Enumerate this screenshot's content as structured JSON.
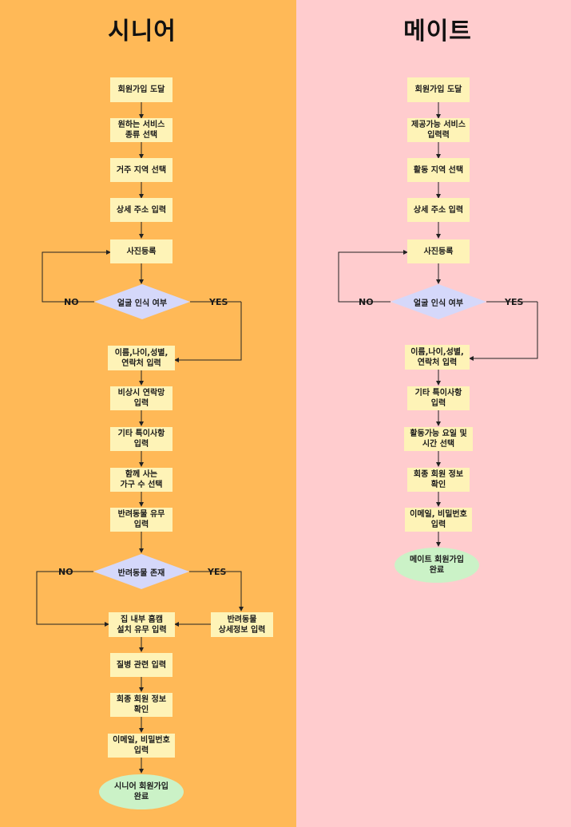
{
  "left": {
    "title": "시니어",
    "steps": [
      "회원가입 도달",
      "원하는 서비스\n종류 선택",
      "거주 지역 선택",
      "상세 주소 입력",
      "사진등록"
    ],
    "decision1": "얼굴 인식 여부",
    "decision1_yes": "YES",
    "decision1_no": "NO",
    "steps2": [
      "이름,나이,성별,\n연락처 입력",
      "비상시 연락망\n입력",
      "기타 특이사항\n입력",
      "함께 사는\n가구 수 선택",
      "반려동물 유무\n입력"
    ],
    "decision2": "반려동물 존재",
    "decision2_yes": "YES",
    "decision2_no": "NO",
    "pet_detail": "반려동물\n상세정보 입력",
    "steps3": [
      "집 내부 홈캠\n설치 유무 입력",
      "질병 관련 입력",
      "회종 회원 정보\n확인",
      "이메일, 비밀번호\n입력"
    ],
    "end": "시니어 회원가입\n완료"
  },
  "right": {
    "title": "메이트",
    "steps": [
      "회원가입 도달",
      "제공가능 서비스\n입력력",
      "활동 지역 선택",
      "상세 주소 입력",
      "사진등록"
    ],
    "decision1": "얼굴 인식 여부",
    "decision1_yes": "YES",
    "decision1_no": "NO",
    "steps2": [
      "이름,나이,성별,\n연락처 입력",
      "기타 특이사항\n입력",
      "활동가능 요일 및\n시간 선택",
      "회종 회원 정보\n확인",
      "이메일, 비밀번호\n입력"
    ],
    "end": "메이트 회원가입\n완료"
  },
  "colors": {
    "left_bg": "#FFB957",
    "right_bg": "#FFCCCE",
    "box": "#FEF3B7",
    "diamond": "#D5D8FA",
    "end": "#CBF2C7"
  }
}
